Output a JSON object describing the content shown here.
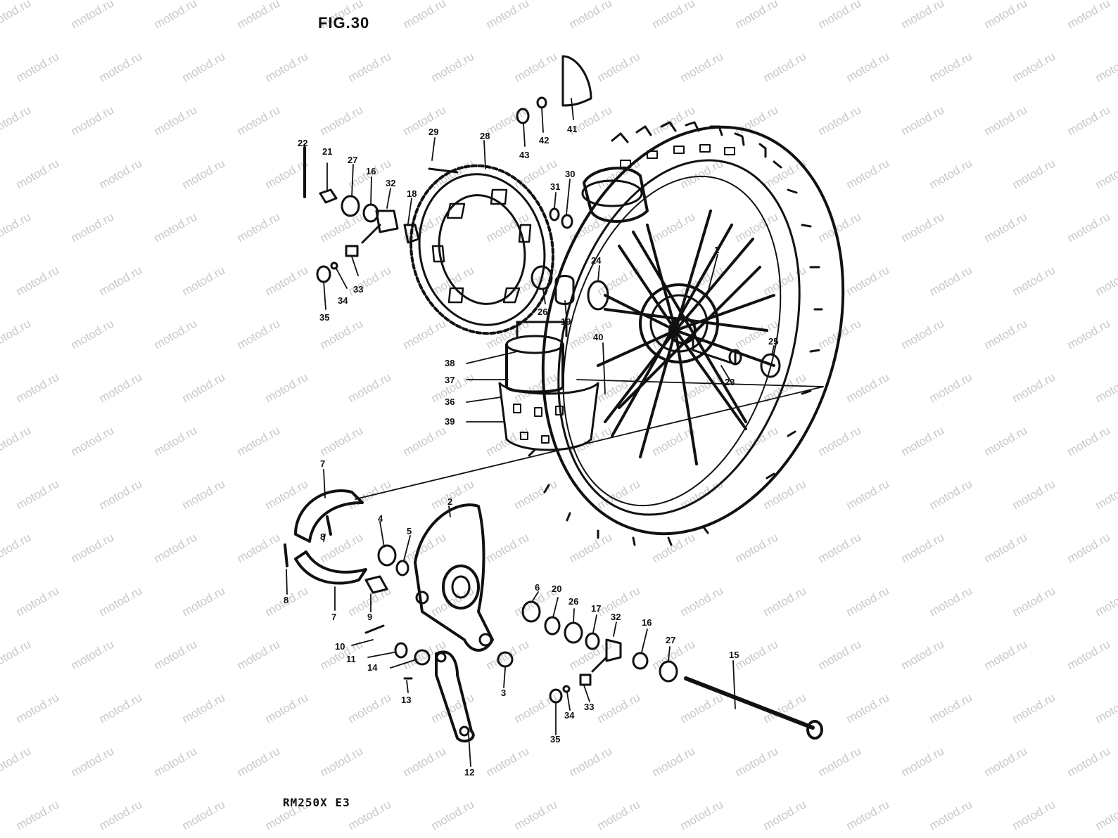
{
  "figure_title": "FIG.30",
  "model_code": "RM250X E3",
  "watermark_text": "motod.ru",
  "ink_color": "#111111",
  "callouts": {
    "c1": "1",
    "c2": "2",
    "c3": "3",
    "c4": "4",
    "c5": "5",
    "c6": "6",
    "c7a": "7",
    "c7b": "7",
    "c8a": "8",
    "c8b": "8",
    "c9": "9",
    "c10": "10",
    "c11": "11",
    "c12": "12",
    "c13": "13",
    "c14": "14",
    "c15": "15",
    "c16a": "16",
    "c16b": "16",
    "c17": "17",
    "c18": "18",
    "c19": "19",
    "c20": "20",
    "c21": "21",
    "c22": "22",
    "c23": "23",
    "c24": "24",
    "c25": "25",
    "c26a": "26",
    "c26b": "26",
    "c27a": "27",
    "c27b": "27",
    "c28": "28",
    "c29": "29",
    "c30": "30",
    "c31": "31",
    "c32a": "32",
    "c32b": "32",
    "c33a": "33",
    "c33b": "33",
    "c34a": "34",
    "c34b": "34",
    "c35a": "35",
    "c35b": "35",
    "c36": "36",
    "c37": "37",
    "c38": "38",
    "c39": "39",
    "c40": "40",
    "c41": "41",
    "c42": "42",
    "c43": "43"
  }
}
